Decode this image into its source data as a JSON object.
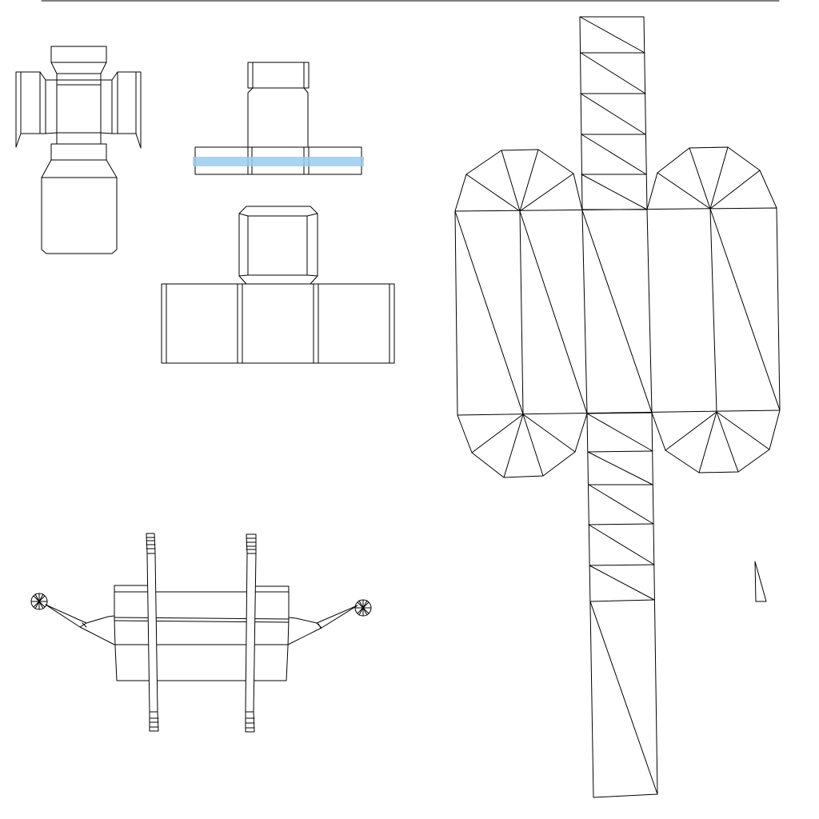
{
  "diagram": {
    "type": "uv-unwrap-wireframe",
    "colors": {
      "background": "#ffffff",
      "line": "#000000",
      "selection_highlight": "#99ccee"
    },
    "pieces": [
      "top-border-line",
      "cross-shaped-uv-island",
      "t-shaped-uv-island-small",
      "t-shaped-uv-island-large",
      "side-view-uv-island",
      "tall-triangulated-uv-strip",
      "small-triangle-uv-island"
    ],
    "selection": {
      "present": true,
      "target": "t-shaped-uv-island-small"
    }
  }
}
